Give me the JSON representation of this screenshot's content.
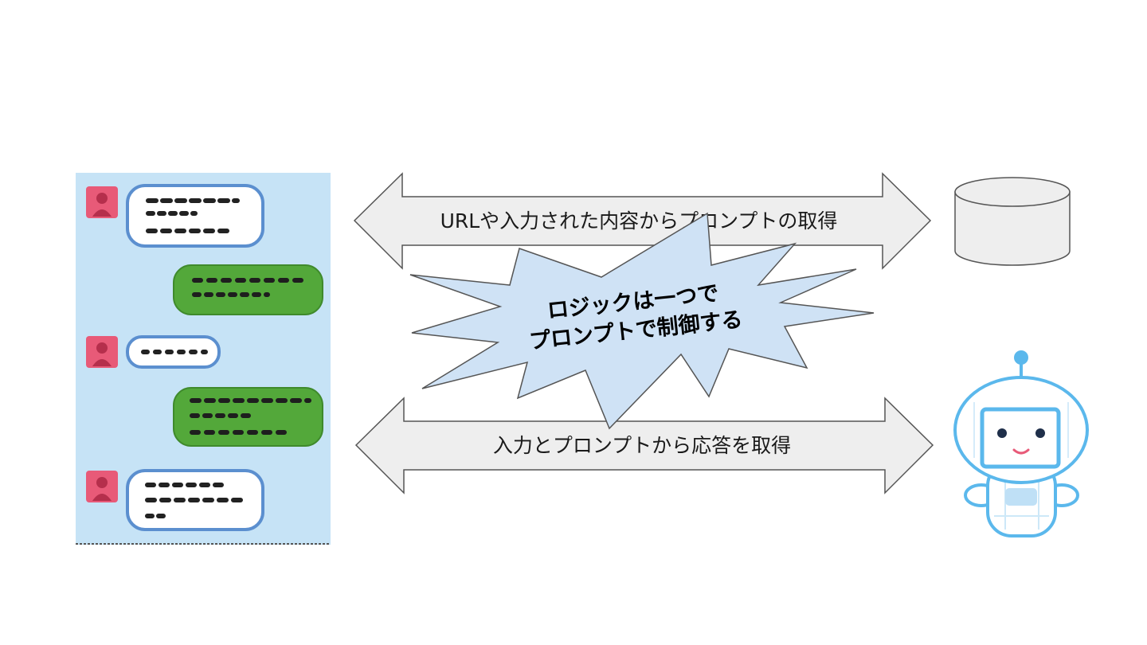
{
  "arrows": {
    "top_label": "URLや入力された内容からプロンプトの取得",
    "bottom_label": "入力とプロンプトから応答を取得"
  },
  "callout": {
    "line1": "ロジックは一つで",
    "line2": "プロンプトで制御する"
  },
  "icons": {
    "chat": "chat-screen-icon",
    "database": "database-cylinder-icon",
    "robot": "robot-ai-icon"
  },
  "colors": {
    "chat_background": "#c6e3f6",
    "user_bubble": "#ffffff",
    "reply_bubble": "#53a83a",
    "avatar": "#e85a78",
    "arrow_fill": "#eeeeee",
    "burst_fill": "#cfe2f5",
    "robot_outline": "#5bb8ec"
  }
}
